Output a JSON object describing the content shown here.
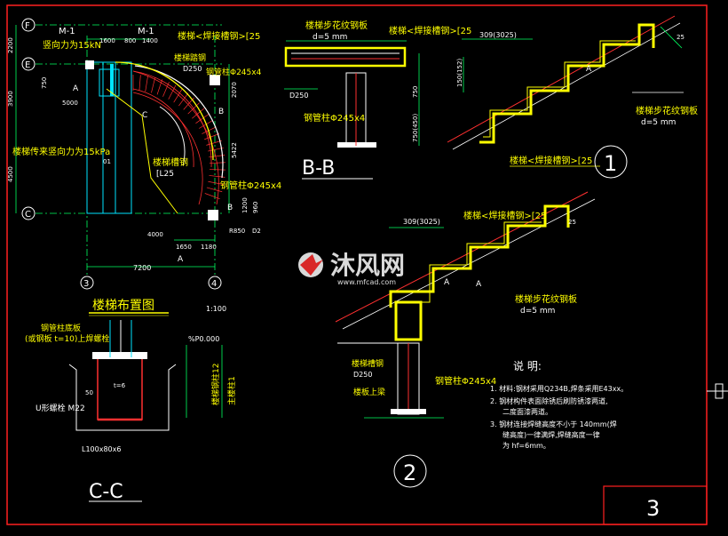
{
  "sheet": {
    "sheet_no": "3",
    "watermark_text": "沐风网",
    "watermark_url": "www.mfcad.com"
  },
  "plan": {
    "title": "楼梯布置图",
    "scale": "1:100",
    "grid_F": "F",
    "grid_E": "E",
    "grid_C": "C",
    "grid_3": "3",
    "grid_4": "4",
    "m1_left": "M-1",
    "m1_right": "M-1",
    "dim_1600": "1600",
    "dim_800": "800",
    "dim_1400": "1400",
    "dim_7200": "7200",
    "dim_1650": "1650",
    "dim_1180": "1180",
    "dim_2200": "2200",
    "dim_3900": "3900",
    "dim_4500": "4500",
    "dim_2070": "2070",
    "dim_5422": "5422",
    "dim_5000": "5000",
    "dim_4000": "4000",
    "dim_750": "750",
    "dim_960": "960",
    "dim_1200": "1200",
    "note_vertical_force_top": "竖向力为15kN",
    "note_vertical_force": "楼梯传来竖向力为15kPa",
    "note_beam_top": "楼梯<焊接槽钢>[25",
    "note_bar_a": "楼梯踏钢",
    "note_d250": "D250",
    "note_pipe_col_1": "钢管柱Φ245x4",
    "note_beam_mid": "楼梯槽钢",
    "note_l25": "[L25",
    "note_pipe_col_2": "钢管柱Φ245x4",
    "label_a_top": "A",
    "label_a_bot": "A",
    "label_b_top": "B",
    "label_b_bot": "B",
    "label_c": "C",
    "label_r850": "R850",
    "label_d2": "D2",
    "label_01": "01"
  },
  "sec_bb": {
    "title": "B-B",
    "note_plate": "楼梯步花纹钢板",
    "note_plate_t": "d=5 mm",
    "note_beam": "楼梯<焊接槽钢>[25",
    "note_d250": "D250",
    "note_pipe": "钢管柱Φ245x4",
    "dim_750": "750",
    "dim_bot": "750(450)"
  },
  "detail1": {
    "no": "1",
    "dim_step": "309(3025)",
    "dim_rise": "150(152)",
    "dim_cover": "25",
    "note_plate": "楼梯步花纹钢板",
    "note_plate_t": "d=5  mm",
    "note_beam": "楼梯<焊接槽钢>[25",
    "label_a": "A"
  },
  "detail2": {
    "no": "2",
    "dim_step": "309(3025)",
    "dim_cover": "25",
    "note_beam": "楼梯<焊接槽钢>[25",
    "note_plate": "楼梯步花纹钢板",
    "note_plate_t": "d=5 mm",
    "note_beam_l": "楼梯槽钢",
    "note_d250": "D250",
    "note_pipe": "钢管柱Φ245x4",
    "note_slab": "楼板上梁",
    "label_a1": "A",
    "label_a2": "A"
  },
  "sec_cc": {
    "title": "C-C",
    "note_base": "钢管柱底板",
    "note_base2": "(或钢板 t=10)上焊螺栓",
    "note_bolt": "U形螺栓 M22",
    "note_angle": "L100x80x6",
    "note_t6": "t=6",
    "note_50": "50",
    "note_pm": "%P0.000",
    "note_v1": "楼梯钢柱12",
    "note_v2": "主楼柱1"
  },
  "notes": {
    "title": "说  明:",
    "item1": "1. 材料:钢材采用Q234B,焊条采用E43xx。",
    "item2": "2. 钢材构件表面除锈后刷防锈漆两道,",
    "item2b": "二度面漆两道。",
    "item3": "3. 钢材连接焊缝高度不小于 140mm(焊",
    "item3b": "缝高度)一律满焊,焊缝高度一律",
    "item3c": "为 hf=6mm。"
  }
}
